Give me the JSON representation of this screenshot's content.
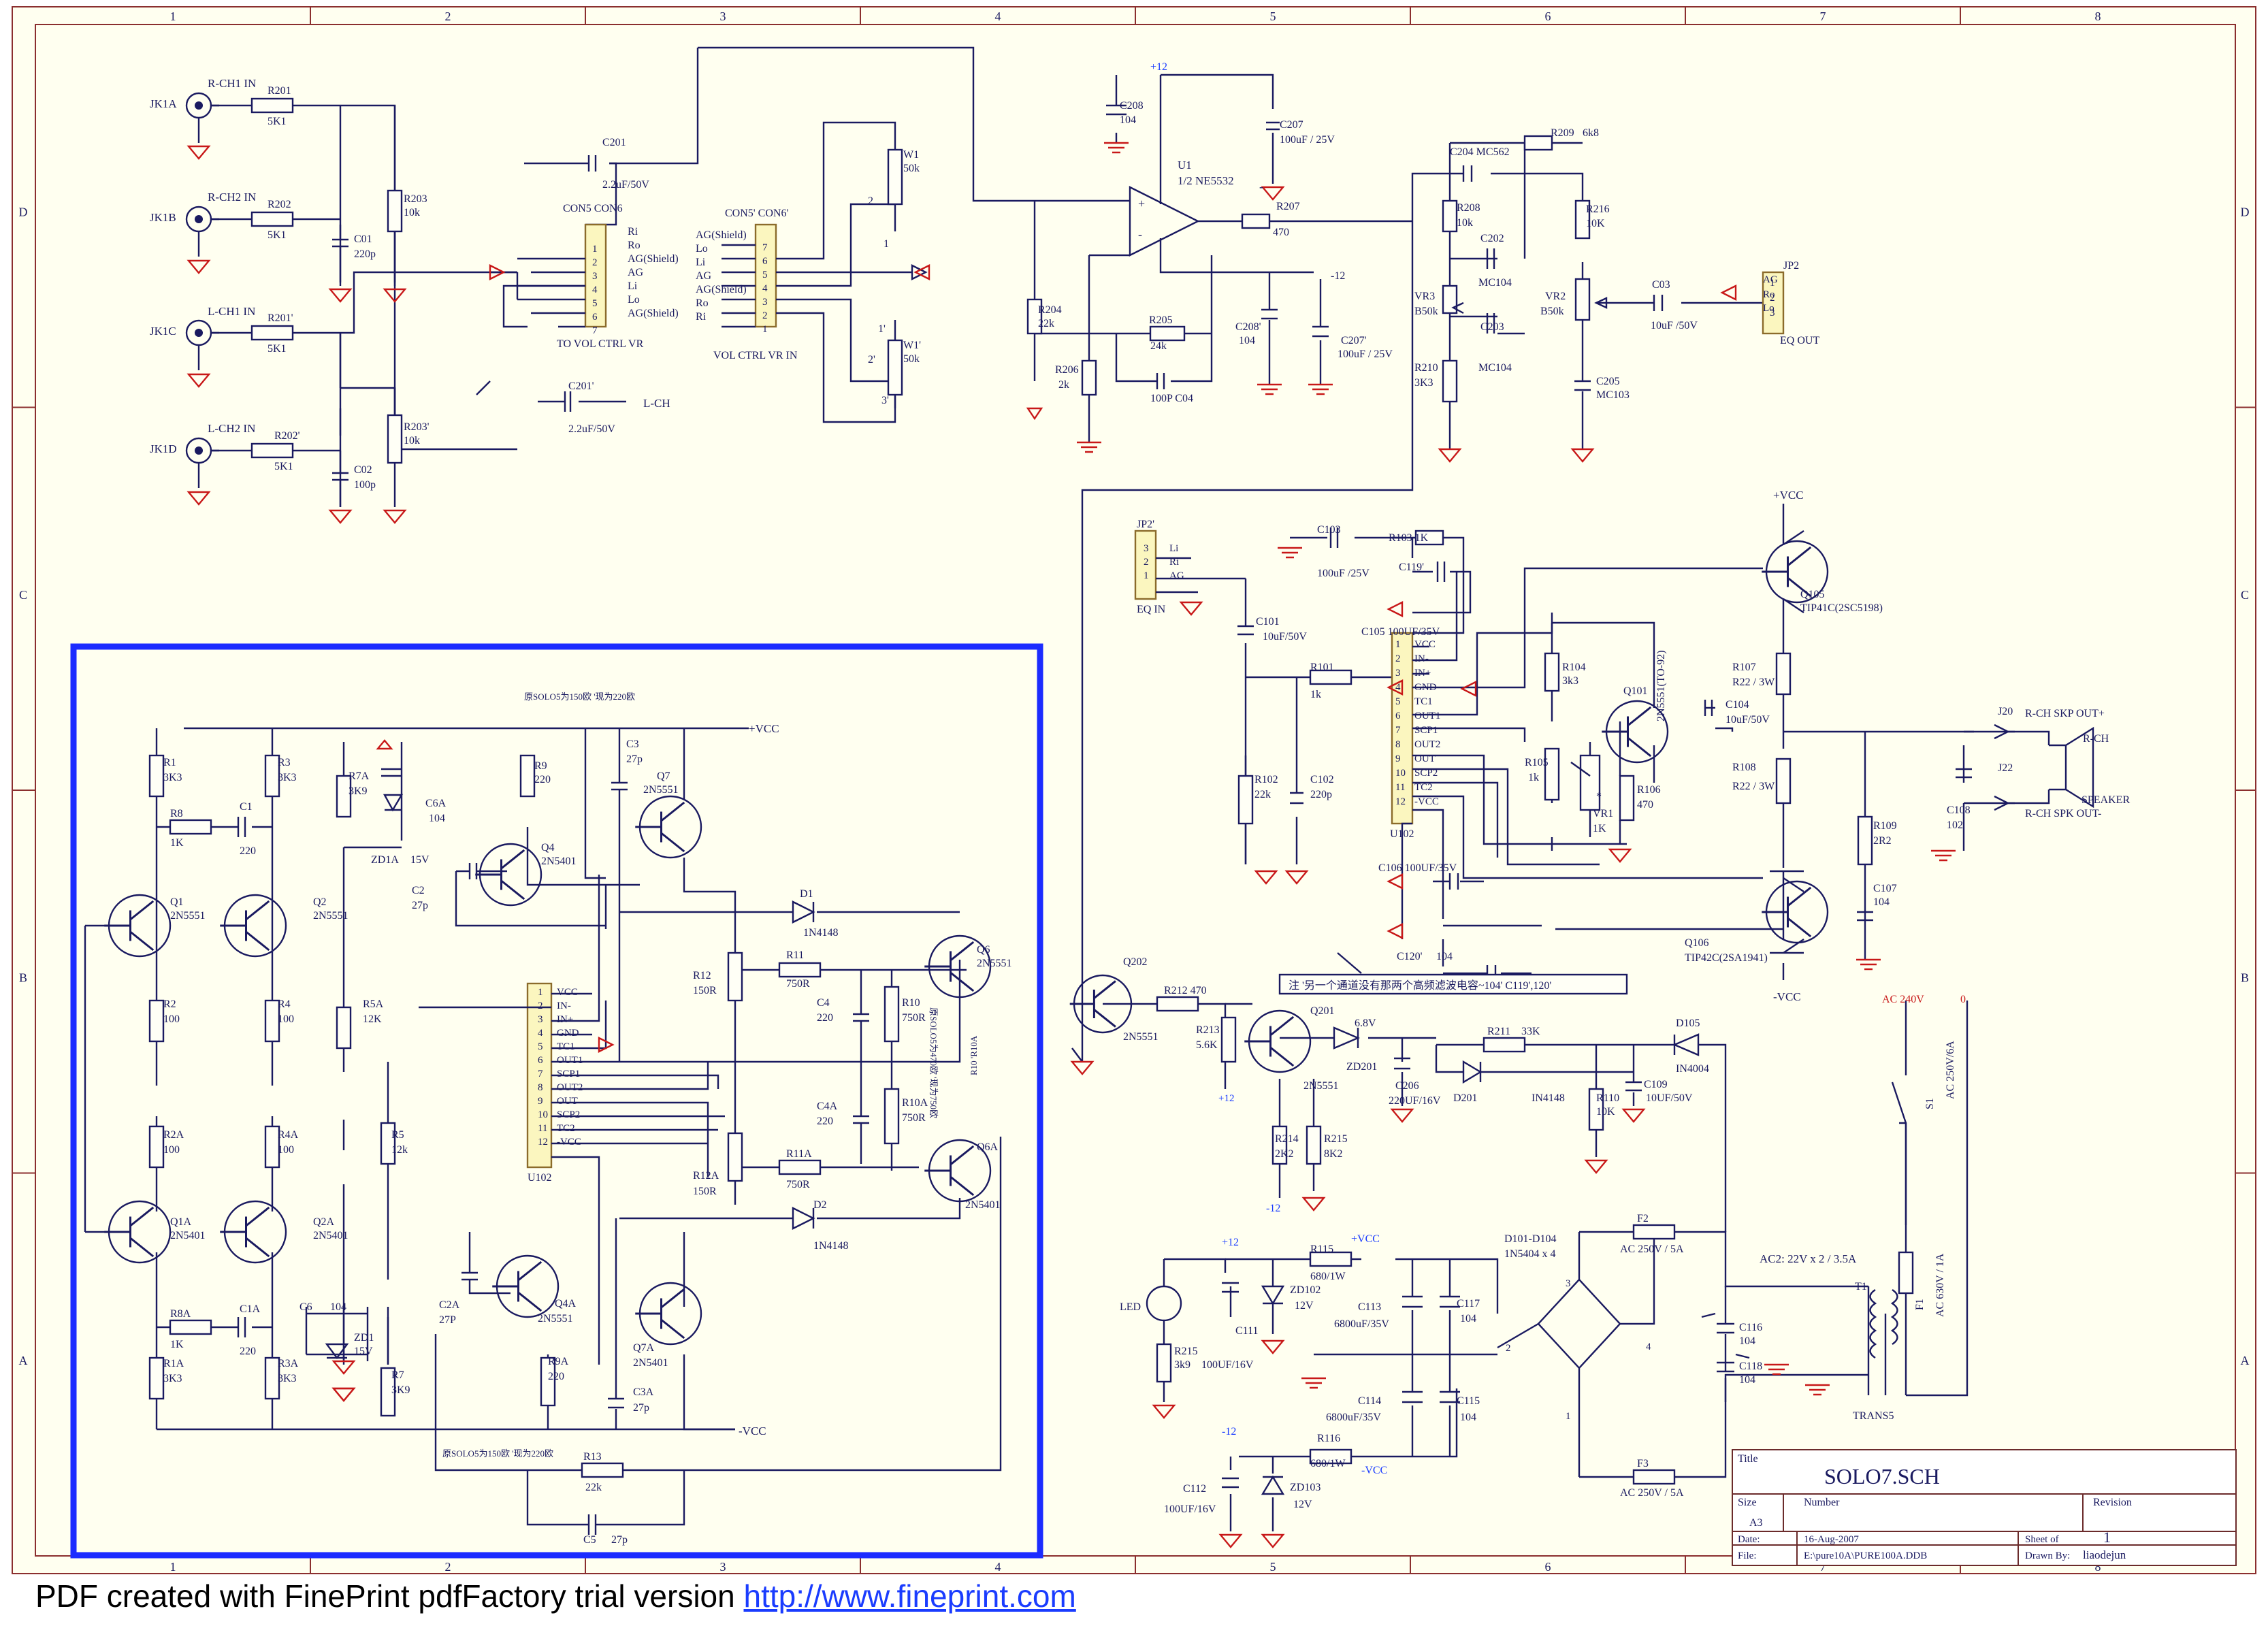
{
  "grid": {
    "cols": [
      "1",
      "2",
      "3",
      "4",
      "5",
      "6",
      "7",
      "8"
    ],
    "rows": [
      "D",
      "C",
      "B",
      "A"
    ]
  },
  "title_block": {
    "title_label": "Title",
    "title": "SOLO7.SCH",
    "size_label": "Size",
    "size": "A3",
    "number_label": "Number",
    "revision_label": "Revision",
    "date_label": "Date:",
    "date": "16-Aug-2007",
    "sheet_label": "Sheet    of",
    "sheet_no": "1",
    "file_label": "File:",
    "file": "E:\\pure10A\\PURE100A.DDB",
    "drawn_label": "Drawn By:",
    "drawn_by": "liaodejun"
  },
  "footer": {
    "text": "PDF created with FinePrint pdfFactory trial version",
    "link": "http://www.fineprint.com"
  },
  "labels": {
    "inputs": {
      "jk1a": "JK1A",
      "jk1b": "JK1B",
      "jk1c": "JK1C",
      "jk1d": "JK1D",
      "rch1": "R-CH1 IN",
      "rch2": "R-CH2 IN",
      "lch1": "L-CH1 IN",
      "lch2": "L-CH2 IN",
      "r201": "R201",
      "r201v": "5K1",
      "r202": "R202",
      "r202v": "5K1",
      "r201p": "R201'",
      "r201pv": "5K1",
      "r202p": "R202'",
      "r202pv": "5K1",
      "r203": "R203",
      "r203v": "10k",
      "c01": "C01",
      "c01v": "220p",
      "r203p": "R203'",
      "r203pv": "10k",
      "c02": "C02",
      "c02v": "100p"
    },
    "vol": {
      "c201": "C201",
      "c201v": "2.2uF/50V",
      "c201p": "C201'",
      "c201pv": "2.2uF/50V",
      "lch": "L-CH",
      "con5": "CON5  CON6",
      "con5p": "CON5'  CON6'",
      "to_vol": "TO VOL CTRL VR",
      "vol_in": "VOL CTRL VR IN",
      "pins_l": [
        "Ri",
        "Ro",
        "AG(Shield)",
        "AG",
        "Li",
        "Lo",
        "AG(Shield)"
      ],
      "pins_r": [
        "AG(Shield)",
        "Lo",
        "Li",
        "AG",
        "AG(Shield)",
        "Ro",
        "Ri"
      ],
      "nums_l": [
        "1",
        "2",
        "3",
        "4",
        "5",
        "6",
        "7"
      ],
      "nums_r": [
        "7",
        "6",
        "5",
        "4",
        "3",
        "2",
        "1"
      ],
      "w1": "W1",
      "w1v": "50k",
      "w1p": "W1'",
      "w1pv": "50k",
      "p2": "2",
      "p1": "1",
      "p1p": "1'",
      "p2p": "2'",
      "p3p": "3'"
    },
    "preamp": {
      "p12": "+12",
      "m12": "-12",
      "c208": "C208",
      "c208v": "104",
      "c207": "C207",
      "c207v": "100uF / 25V",
      "u1": "U1",
      "u1v": "1/2 NE5532",
      "r207": "R207",
      "r207v": "470",
      "plus": "+",
      "minus": "-",
      "r204": "R204",
      "r204v": "22k",
      "r206": "R206",
      "r206v": "2k",
      "r205": "R205",
      "r205v": "24k",
      "c04": "100P   C04",
      "c208p": "C208'",
      "c208pv": "104",
      "c207p": "C207'",
      "c207pv": "100uF / 25V"
    },
    "eq": {
      "c204": "C204  MC562",
      "r209": "R209",
      "r209v": "6k8",
      "r208": "R208",
      "r208v": "10k",
      "c202": "C202",
      "c202v": "MC104",
      "r216": "R216",
      "r216v": "10K",
      "vr3": "VR3",
      "vr3v": "B50k",
      "vr2": "VR2",
      "vr2v": "B50k",
      "c203": "C203",
      "c203v": "MC104",
      "r210": "R210",
      "r210v": "3K3",
      "c205": "C205",
      "c205v": "MC103",
      "c03": "C03",
      "c03v": "10uF /50V",
      "jp2": "JP2",
      "jp2_ag": "AG",
      "jp2_ro": "Ro",
      "jp2_lo": "Lo",
      "eq_out": "EQ OUT",
      "jp2_n": [
        "1",
        "2",
        "3"
      ]
    },
    "amp": {
      "jp2p": "JP2'",
      "jp2p_pins": [
        "Li",
        "Ri",
        "AG"
      ],
      "jp2p_n": [
        "3",
        "2",
        "1"
      ],
      "eq_in": "EQ IN",
      "c103": "C103",
      "c103v": "100uF /25V",
      "r103": "R103  1K",
      "c119": "C119'",
      "c105": "C105  100UF/35V",
      "c101": "C101",
      "c101v": "10uF/50V",
      "r101": "R101",
      "r101v": "1k",
      "r102": "R102",
      "r102v": "22k",
      "c102": "C102",
      "c102v": "220p",
      "u102_pins": [
        "VCC",
        "IN-",
        "IN+",
        "GND",
        "TC1",
        "OUT1",
        "SCP1",
        "OUT2",
        "OUT",
        "SCP2",
        "TC2",
        "-VCC"
      ],
      "u102_nums": [
        "1",
        "2",
        "3",
        "4",
        "5",
        "6",
        "7",
        "8",
        "9",
        "10",
        "11",
        "12"
      ],
      "u102": "U102",
      "vcc": "+VCC",
      "mvcc": "-VCC",
      "q105": "Q105",
      "q105v": "TIP41C(2SC5198)",
      "q106": "Q106",
      "q106v": "TIP42C(2SA1941)",
      "r104": "R104",
      "r104v": "3k3",
      "q101": "Q101",
      "q101v": "2N5551(TO-92)",
      "r105": "R105",
      "r105v": "1k",
      "vr1": "VR1",
      "vr1v": "1K",
      "vr1s": "*",
      "r106": "R106",
      "r106v": "470",
      "c104": "C104",
      "c104v": "10uF/50V",
      "r107": "R107",
      "r107v": "R22 / 3W",
      "r108": "R108",
      "r108v": "R22 / 3W",
      "r109": "R109",
      "r109v": "2R2",
      "c107": "C107",
      "c107v": "104",
      "j20": "J20",
      "j20t": "R-CH SKP OUT+",
      "j22": "J22",
      "j22t": "R-CH SPK OUT-",
      "rch": "R-CH",
      "speaker": "SPEAKER",
      "c108": "C108",
      "c108v": "102",
      "c106": "C106  100UF/35V",
      "c120": "C120'",
      "c120v": "104",
      "note": "注 '另一个通道没有那两个高频滤波电容~104' C119',120'"
    },
    "protect": {
      "q202": "Q202",
      "q202v": "2N5551",
      "r212": "R212  470",
      "r213": "R213",
      "r213v": "5.6K",
      "p12": "+12",
      "q201": "Q201",
      "q201v": "2N5551",
      "zd201": "ZD201",
      "zd201v": "6.8V",
      "r211": "R211",
      "r211v": "33K",
      "c206": "C206",
      "c206v": "220UF/16V",
      "d201": "D201",
      "d201v": "IN4148",
      "r110": "R110",
      "r110v": "10K",
      "c109": "C109",
      "c109v": "10UF/50V",
      "d105": "D105",
      "d105v": "IN4004",
      "r214": "R214",
      "r214v": "2K2",
      "r215": "R215",
      "r215v": "8K2",
      "m12": "-12"
    },
    "psu": {
      "p12": "+12",
      "m12": "-12",
      "vcc": "+VCC",
      "mvcc": "-VCC",
      "r115": "R115",
      "r115v": "680/1W",
      "r116": "R116",
      "r116v": "680/1W",
      "led": "LED",
      "r215": "R215",
      "r215v": "3k9",
      "c111": "C111",
      "c111v": "100UF/16V",
      "zd102": "ZD102",
      "zd102v": "12V",
      "c112": "C112",
      "c112v": "100UF/16V",
      "zd103": "ZD103",
      "zd103v": "12V",
      "c113": "C113",
      "c113v": "6800uF/35V",
      "c117": "C117",
      "c117v": "104",
      "c114": "C114",
      "c114v": "6800uF/35V",
      "c115": "C115",
      "c115v": "104",
      "bridge": "D101-D104",
      "bridgev": "1N5404 x 4",
      "b1": "1",
      "b2": "2",
      "b3": "3",
      "b4": "4",
      "f2": "F2",
      "f2v": "AC 250V / 5A",
      "f3": "F3",
      "f3v": "AC 250V / 5A",
      "ac2": "AC2: 22V x 2 / 3.5A",
      "c116": "C116",
      "c116v": "104",
      "c118": "C118",
      "c118v": "104",
      "t1": "T1",
      "trans": "TRANS5",
      "f1": "F1",
      "f1v": "AC 630V / 1A",
      "s1": "S1",
      "s1v": "AC 250V/6A",
      "ac240": "AC 240V",
      "zero": "0"
    },
    "box": {
      "note_top": "原SOLO5为150欧 '现为220欧",
      "note_bot": "原SOLO5为150欧 '现为220欧",
      "note_side": "原SOLO5为470欧 '现为750欧",
      "r10note": "R10  'R10A",
      "vcc": "+VCC",
      "mvcc": "-VCC",
      "r1": "R1",
      "r1v": "3K3",
      "r3": "R3",
      "r3v": "3K3",
      "r7a": "R7A",
      "r7av": "3K9",
      "c6a": "C6A",
      "c6av": "104",
      "r9": "R9",
      "r9v": "220",
      "c3": "C3",
      "c3v": "27p",
      "q7": "Q7",
      "q7v": "2N5551",
      "r8": "R8",
      "r8v": "1K",
      "c1": "C1",
      "c1v": "220",
      "zd1a": "ZD1A",
      "zd1av": "15V",
      "q4": "Q4",
      "q4v": "2N5401",
      "c2": "C2",
      "c2v": "27p",
      "q1": "Q1",
      "q1v": "2N5551",
      "q2": "Q2",
      "q2v": "2N5551",
      "d1": "D1",
      "d1v": "1N4148",
      "q6": "Q6",
      "q6v": "2N5551",
      "r2": "R2",
      "r2v": "100",
      "r4": "R4",
      "r4v": "100",
      "r5a": "R5A",
      "r5av": "12K",
      "r12": "R12",
      "r12v": "150R",
      "r11": "R11",
      "r11v": "750R",
      "c4": "C4",
      "c4v": "220",
      "r10": "R10",
      "r10v": "750R",
      "r10a": "R10A",
      "r10av": "750R",
      "c4a": "C4A",
      "c4av": "220",
      "r2a": "R2A",
      "r2av": "100",
      "r4a": "R4A",
      "r4av": "100",
      "r5": "R5",
      "r5v": "12k",
      "r12a": "R12A",
      "r12av": "150R",
      "r11a": "R11A",
      "r11av": "750R",
      "q6a": "Q6A",
      "q6av": "2N5401",
      "d2": "D2",
      "d2v": "1N4148",
      "q1a": "Q1A",
      "q1av": "2N5401",
      "q2a": "Q2A",
      "q2av": "2N5401",
      "c2a": "C2A",
      "c2av": "27P",
      "q4a": "Q4A",
      "q4av": "2N5551",
      "r8a": "R8A",
      "r8av": "1K",
      "c1a": "C1A",
      "c1av": "220",
      "c6": "C6",
      "c6v": "104",
      "zd1": "ZD1",
      "zd1v": "15V",
      "r1a": "R1A",
      "r1av": "3K3",
      "r3a": "R3A",
      "r3av": "3K3",
      "r7": "R7",
      "r7v": "3K9",
      "r9a": "R9A",
      "r9av": "220",
      "q7a": "Q7A",
      "q7av": "2N5401",
      "c3a": "C3A",
      "c3av": "27p",
      "r13": "R13",
      "r13v": "22k",
      "c5": "C5",
      "c5v": "27p",
      "u102": "U102",
      "u102_pins": [
        "VCC",
        "IN-",
        "IN+",
        "GND",
        "TC1",
        "OUT1",
        "SCP1",
        "OUT2",
        "OUT",
        "SCP2",
        "TC2",
        "-VCC"
      ],
      "u102_nums": [
        "1",
        "2",
        "3",
        "4",
        "5",
        "6",
        "7",
        "8",
        "9",
        "10",
        "11",
        "12"
      ]
    }
  }
}
